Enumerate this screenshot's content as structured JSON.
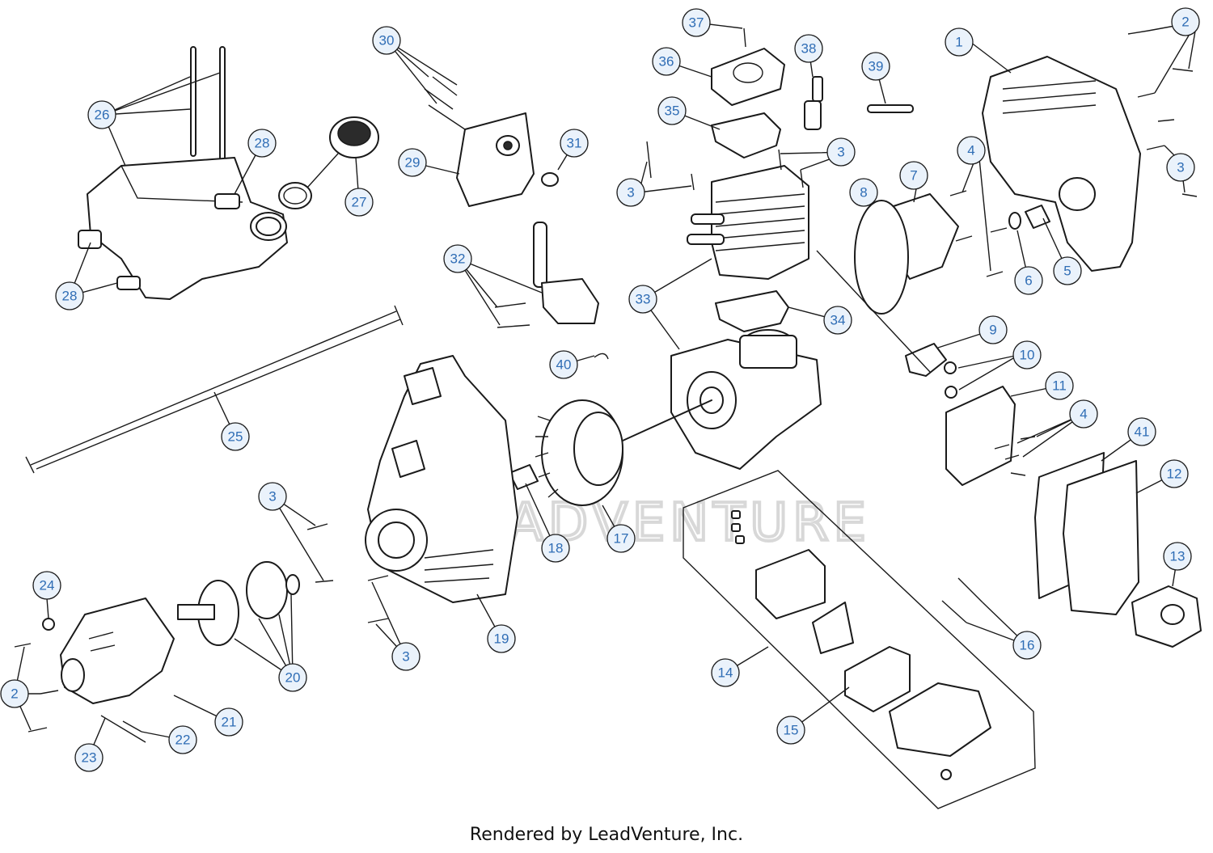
{
  "diagram": {
    "watermark": "LEADVENTURE",
    "credit": "Rendered by LeadVenture, Inc.",
    "callouts": [
      "1",
      "2",
      "2",
      "3",
      "3",
      "3",
      "3",
      "3",
      "3",
      "4",
      "4",
      "5",
      "6",
      "7",
      "8",
      "9",
      "10",
      "11",
      "12",
      "13",
      "14",
      "15",
      "16",
      "17",
      "18",
      "19",
      "20",
      "21",
      "22",
      "23",
      "24",
      "25",
      "26",
      "27",
      "28",
      "28",
      "29",
      "30",
      "31",
      "32",
      "33",
      "34",
      "35",
      "36",
      "37",
      "38",
      "39",
      "40",
      "41"
    ]
  }
}
